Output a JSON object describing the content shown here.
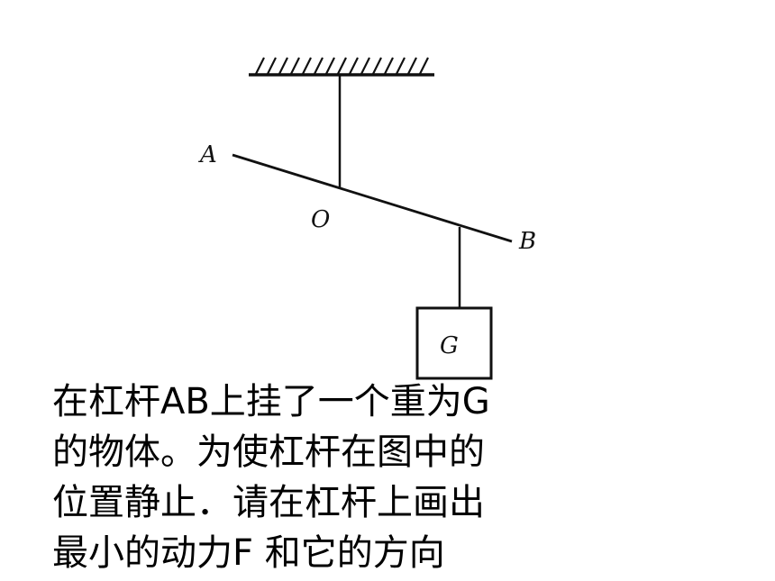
{
  "diagram": {
    "labels": {
      "a": "A",
      "o": "O",
      "b": "B",
      "g": "G"
    }
  },
  "question": {
    "lines": [
      "在杠杆AB上挂了一个重为G",
      "的物体。为使杠杆在图中的",
      "位置静止．请在杠杆上画出",
      "最小的动力F 和它的方向"
    ]
  },
  "colors": {
    "ink": "#111111",
    "background": "#ffffff"
  }
}
